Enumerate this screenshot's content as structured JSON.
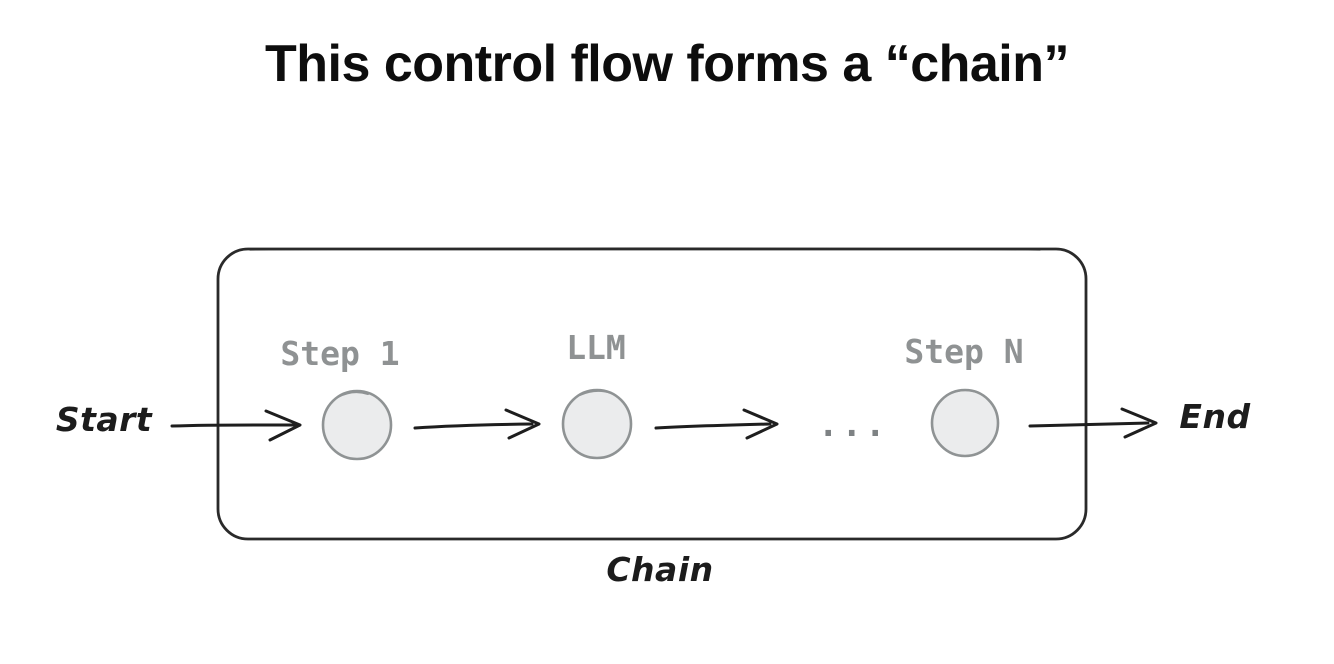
{
  "title": "This control flow forms a “chain”",
  "diagram": {
    "box_label": "Chain",
    "start_label": "Start",
    "end_label": "End",
    "ellipsis": "...",
    "nodes": [
      {
        "label": "Step 1"
      },
      {
        "label": "LLM"
      },
      {
        "label": "Step N"
      }
    ],
    "colors": {
      "background": "#ffffff",
      "title_text": "#0d0d0d",
      "box_stroke": "#2a2a2a",
      "node_fill": "#ebeced",
      "node_stroke": "#8f9394",
      "node_label_gray": "#8f9293",
      "arrow_black": "#1e1e1e",
      "ellipsis_gray": "#7e8284"
    }
  }
}
